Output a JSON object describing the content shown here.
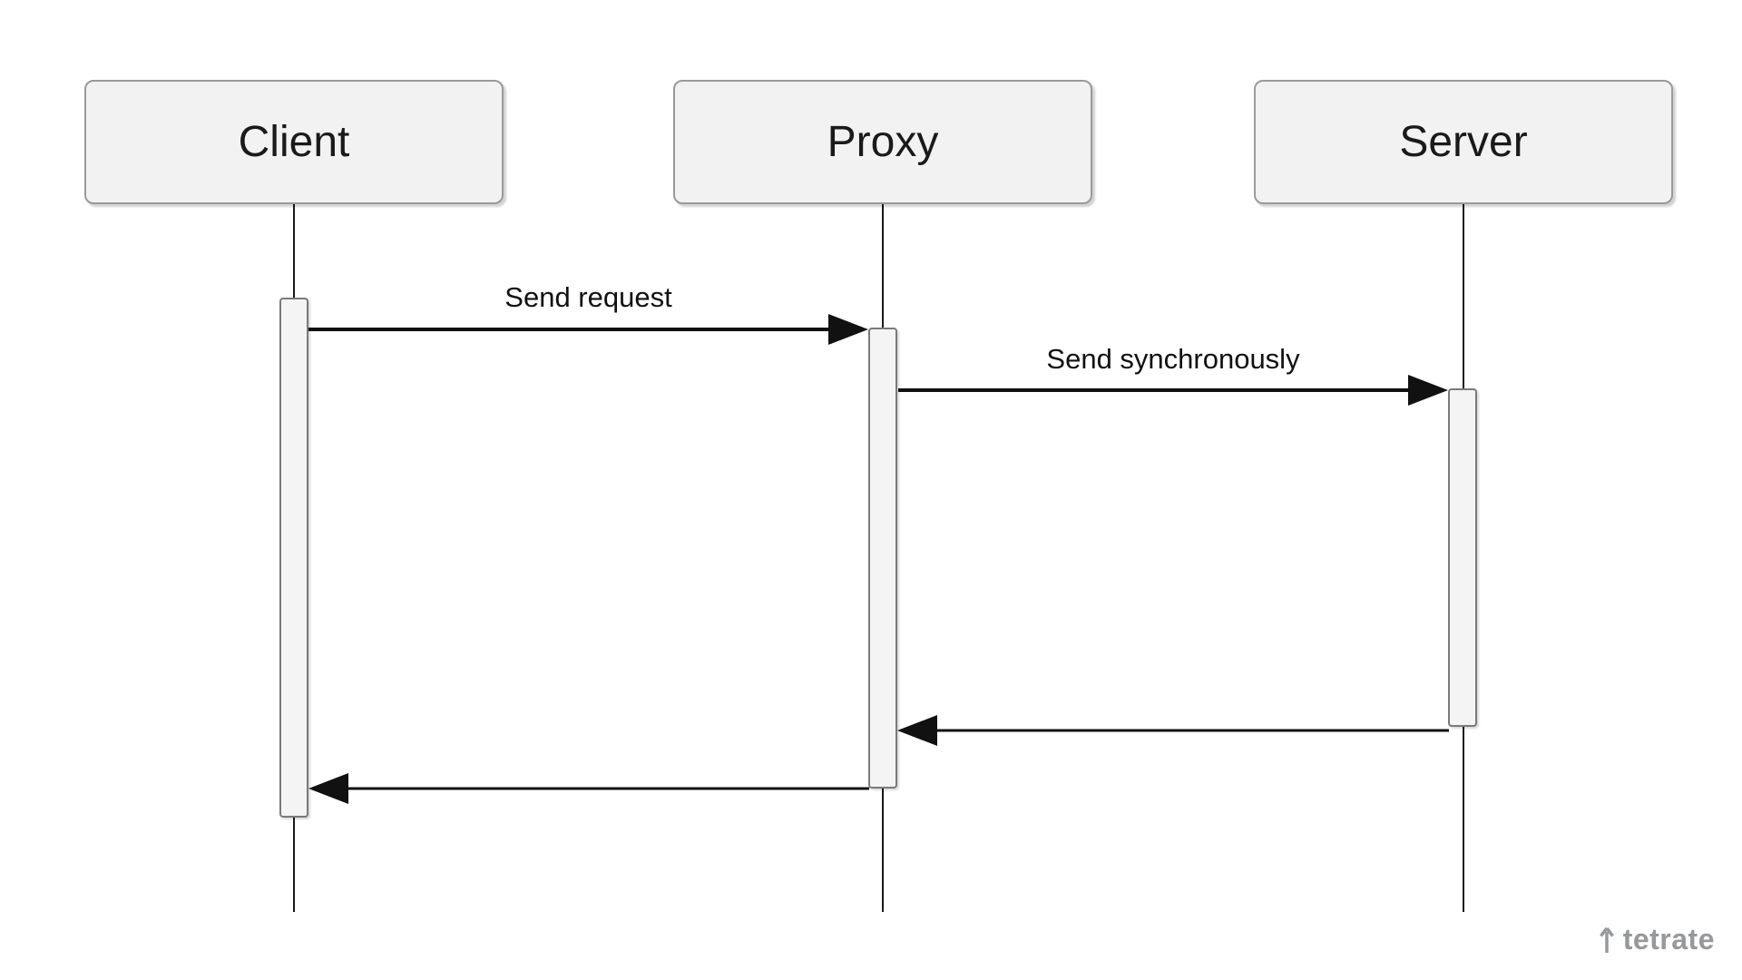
{
  "diagram": {
    "type": "sequence-diagram",
    "actors": [
      {
        "id": "client",
        "label": "Client"
      },
      {
        "id": "proxy",
        "label": "Proxy"
      },
      {
        "id": "server",
        "label": "Server"
      }
    ],
    "messages": [
      {
        "from": "client",
        "to": "proxy",
        "label": "Send request",
        "direction": "right"
      },
      {
        "from": "proxy",
        "to": "server",
        "label": "Send synchronously",
        "direction": "right"
      },
      {
        "from": "server",
        "to": "proxy",
        "label": "",
        "direction": "left"
      },
      {
        "from": "proxy",
        "to": "client",
        "label": "",
        "direction": "left"
      }
    ],
    "colors": {
      "actor_fill": "#f2f2f2",
      "actor_border": "#9a9a9a",
      "line": "#111111",
      "watermark_gray": "#97989b"
    },
    "watermark": {
      "brand": "tetrate"
    }
  }
}
